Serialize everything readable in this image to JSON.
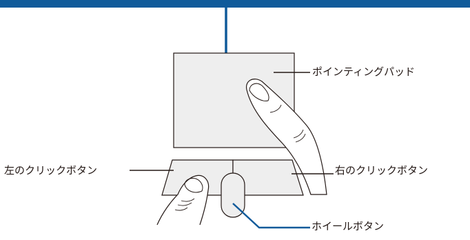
{
  "labels": {
    "pointing_pad": "ポインティングパッド",
    "left_button": "左のクリックボタン",
    "right_button": "右のクリックボタン",
    "wheel_button": "ホイールボタン"
  },
  "colors": {
    "accent_blue": "#0f5a9a",
    "pad_fill": "#eeeeee",
    "outline": "#231815"
  }
}
